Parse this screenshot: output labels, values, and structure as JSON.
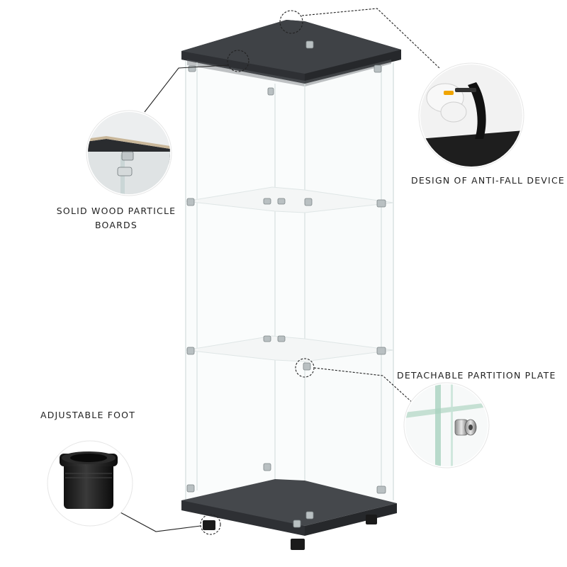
{
  "labels": {
    "solid_wood": [
      "SOLID WOOD PARTICLE",
      "BOARDS"
    ],
    "anti_fall": "DESIGN OF ANTI-FALL DEVICE",
    "partition": "DETACHABLE PARTITION PLATE",
    "foot": "ADJUSTABLE FOOT"
  },
  "colors": {
    "board": "#4a4d52",
    "board_edge": "#2e3034",
    "glass_edge": "#cfd8d8",
    "shelf": "#f4f6f6",
    "leader": "#222222"
  }
}
